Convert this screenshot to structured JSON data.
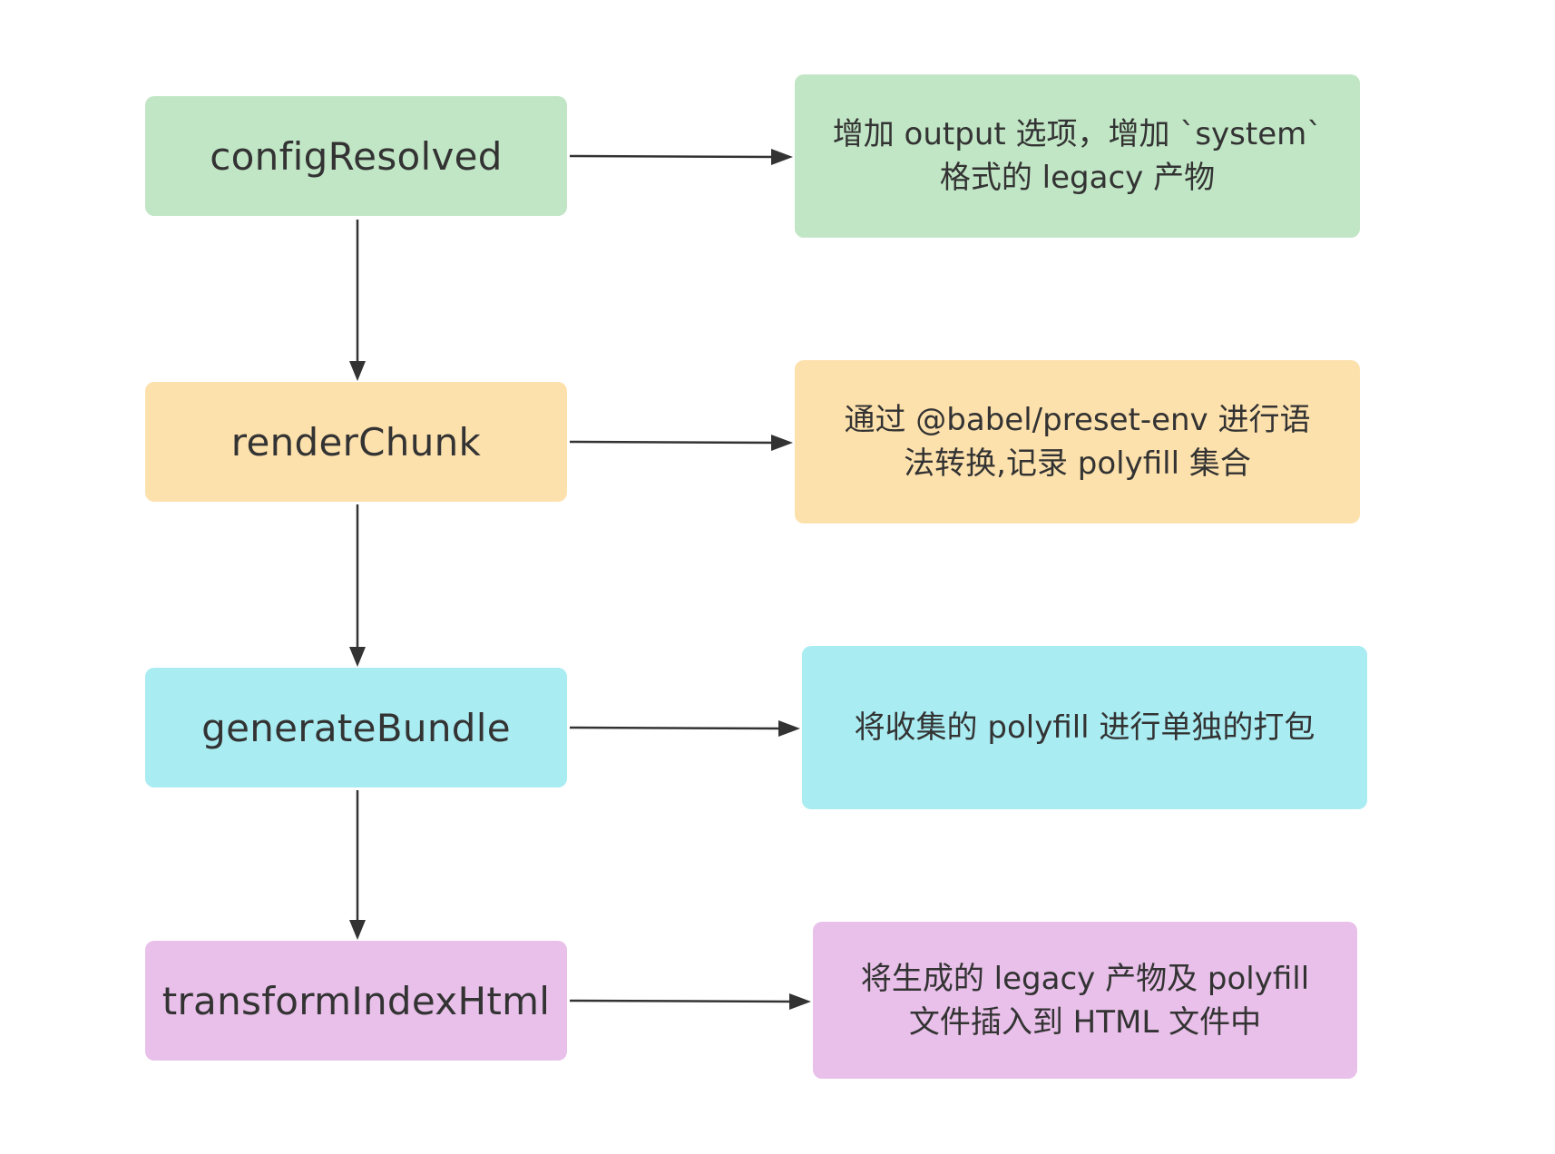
{
  "stages": [
    {
      "label": "configResolved",
      "color": "#c1e6c5"
    },
    {
      "label": "renderChunk",
      "color": "#fde1ad"
    },
    {
      "label": "generateBundle",
      "color": "#a9ecf2"
    },
    {
      "label": "transformIndexHtml",
      "color": "#e8c0e9"
    }
  ],
  "notes": [
    {
      "lines": [
        "增加 output 选项，增加 `system`",
        "格式的 legacy 产物"
      ],
      "color": "#c1e6c5"
    },
    {
      "lines": [
        "通过 @babel/preset-env 进行语",
        "法转换,记录 polyfill 集合"
      ],
      "color": "#fde1ad"
    },
    {
      "lines": [
        "将收集的 polyfill 进行单独的打包"
      ],
      "color": "#a9ecf2"
    },
    {
      "lines": [
        "将生成的 legacy 产物及 polyfill",
        "文件插入到 HTML 文件中"
      ],
      "color": "#e8c0e9"
    }
  ],
  "connectors": {
    "arrow_color": "#333333"
  }
}
